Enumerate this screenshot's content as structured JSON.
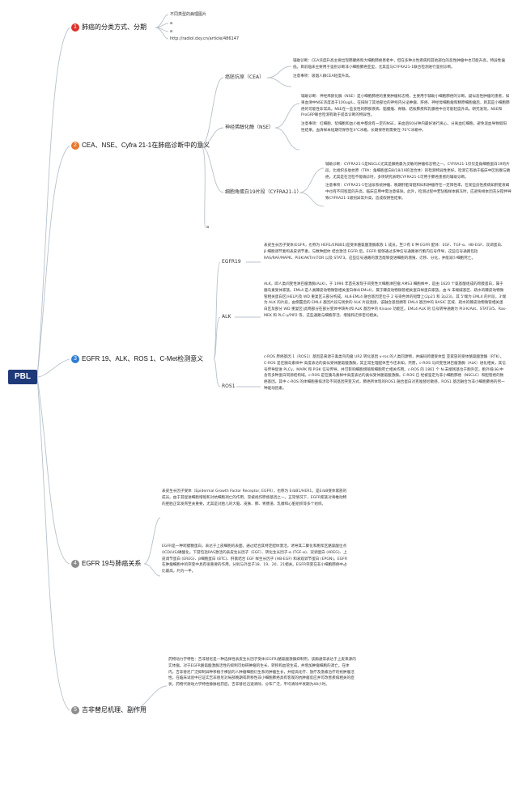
{
  "root": {
    "label": "PBL"
  },
  "colors": {
    "line": "#b8c2cc",
    "root_bg": "#1f3a78",
    "badge_red": "#d9342b",
    "badge_orange": "#e8762c",
    "badge_blue": "#2f7dd1",
    "badge_gray": "#8c8c8c"
  },
  "topic1": {
    "num": "1",
    "label": "肺癌的分类方式、分期",
    "items": [
      "不同类型的病理图片",
      "a",
      "a",
      "http://radiol.dxy.cn/article/486147"
    ]
  },
  "topic2": {
    "num": "2",
    "label": "CEA、NSE、Cyfra 21-1在肺癌诊断中的意义",
    "cea": {
      "label": "癌胚抗原（CEA）",
      "p1": "辅助诊断：CEA浓度升高主要出现肺腺癌和大细胞肺癌患者中，但在多种炎性疾病和其他部位的恶性肿瘤中也可能升高，特异性偏低。目前临床主要用于鉴别诊断非小细胞肺癌亚型，尤其是与CYFRA21-1联合检测进行鉴别诊断。",
      "p2": "注意事项：吸烟人群CEA轻度升高。"
    },
    "nse": {
      "label": "神经烯醇化酶（NSE）",
      "p1": "辅助诊断：神经烯醇化酶（NSE）是小细胞肺癌的重要肿瘤标志物，主要用于辅助小细胞肺癌的诊断。疑似恶性肿瘤的患者，如果血清中NSE浓度高于100ug/L，在排除了其他部位的神经内分泌肿瘤、肝癌、神经母细胞瘤和精原细胞瘤后，则其是小细胞肺癌的可能性非常高。NSE在一些良性的肺部疾病、脑膜瘤、脊髓、结核肺疾和乳腺癌中也可能轻度升高。研究发现，NSE和ProGRP联合检测有助于提高诊断的特异性。",
      "p2": "注意事项：红细胞、浆细胞和血小板中都含有一定的NSE，采血后60分钟内最好进行离心，分离血红细胞，避免溶血导致假阳性结果。血清样本短期可保存在4℃冰箱，长期保存则需要在-70℃冰箱中。"
    },
    "cyfra": {
      "label": "细胞角蛋白19片段（CYFRA21-1）",
      "p1": "辅助诊断：CYFRA21-1是NSCLC尤其是鳞癌最为灵敏的肿瘤标志物之一。CYFRA21-1仅仅是角细胞蛋白19的片段，比组织多肽抗原（TPA：角细胞蛋白8/18/19的混合体）的检测特异性更好。检测它有助于临床中区别腺与鳞癌，尤其是在活检不能确诊时，多项研究表明CYFRA21-1可用于肺癌患者的辅助诊断。",
      "p2": "注意事项：CYFRA21-1在泌尿系统肿瘤、晚期肝脏肾脏和妇科肿瘤存在一定阳性率，在某些良性疾病如肝脏衰竭中也有不同程度的升高，临床应用中需注意排除。此外，检测过程中若玷喉样本解冻时，应避免样本因充分搅拌导致CYFRA21-1级别异常升高，造成假阴性结果。"
    },
    "tail": "a"
  },
  "topic3": {
    "num": "3",
    "label": "EGFR 19、ALK、ROS 1、C-Met检测意义",
    "egfr": {
      "label": "EGFR19",
      "text": "表皮生长因子受体(EGFR，也称为 HER1/ERBB1)是受体酪氨酸激酶家族 1 成员。至少有 6 种 EGFR 配体：EGF、TGF-α、HB-EGF、双调蛋白、β 细胞调节素和表皮调节素。与数种配体 结合激活 EGFR 后，EGFR 能够通过多种信号通路进行胞内信号传导，这些信号通路包括 RAS/RAF/MAPK、PI3K/AKT/mTOR 以及 STAT3。这些信号通路的激活能够促进细胞的增殖、迁移、分化，并能减少细胞死亡。"
    },
    "alk": {
      "label": "ALK",
      "text": "ALK，即人类间变性淋巴瘤激酶(ALK)，于 1994 年首先发现于间变性大细胞淋巴瘤 AMS3 细胞株中，是由 1620 个氨基酸组成的跨膜蛋白，属于胰岛素受体家族。EML4 是人类棘皮动物微管相关蛋白样4(EML4)，属于棘皮动物微管相关蛋白样蛋白家族，由 N 末端碱基区、疏水的棘皮动物微管相关蛋白区(HELP)及 WD 重复区三部分构成。ALK-EML4 融合基因定位于 2 号染色体的短臂上(2p21 和 2p23)，其 5'端为 EML4 的片段，3'端为 ALK 的片段，由倒置后的 EML4 基因片段与残余的 ALK 片段连接，该融合基因拥有 EML4 基因中的 BASIC 区域、疏水的棘皮动物微管相关蛋白区及部分 WD 重复区(此两部分在部分变体中缺失)和 ALK 基因中的 Kinase 功能区。EML4-ALK 的 信号转导通路为 PI3-K/Akt、STAT3/5、Ras-MEK 和 PLC-γ/PIP2 等，这些通路与细胞存活、增殖和迁移密切相关。"
    },
    "ros1": {
      "label": "ROS1",
      "text": "c-ROS 原癌基因 1（ROS1）基因是来源于禽类鸟肉瘤 UR2 转化基因 v-ros 的人类同源物，并编码跨膜受体型 亚家族的受体酪氨酸激酶（RTK）。C-ROS 是在胰岛素样中 高度表达的类似受体酪氨酸激酶，其正常生理配体至今还未知。然而，c-ROS 与间变性淋巴瘤激酶（ALK）进化相关，其信号传导促进 PLCγ、MAPK 和 PI3K 信号传导，并可影响细胞增殖和细胞死亡相关作用。c-ROS 的 1861 个 N-末端残基位于胞外区，胞外域(长)中含有多种蛋白同源结构域。c-ROS 是在胰岛素样中高度表达的类似受体酪氨酸激酶。C-ROS 已 经被鉴定为非小细胞肺癌（NSCLC）和胆管癌的致癌基因。其中 c-ROS 的体细胞重排涉及不同基因突变方式，肺癌所体现的ROS1 融合蛋白对克唑替尼敏感，ROS1 基因融合为非小细胞肺癌的另一种驱动因素。"
    }
  },
  "topic4": {
    "num": "4",
    "label": "EGFR 19与肺癌关系",
    "p1": "表皮生长因子受体（Epidermal Growth Factor Receptor, EGFR），也称为 ErbB1/HER1，是ErbB受体家族的成员。由于其促进细胞增殖和对抗细胞凋亡的作用，常被视作原癌基因之一。正常情况下，EGFR家族对脊椎动物的胚胎正常发育至关重要，尤其是对胎儿的大脑、皮肤、肺、胃肠道、乳腺和心脏组织等多个组织。",
    "p2": "EGFR是一种跨膜糖蛋白，表达于上皮细胞的表面。通过结合其特定配体激活，诱导其二聚化和胞浆区酪氨酸位点(ICD/LIS)磷酸化。下游包括RAS激活的表皮生长因子（EGF）、转化生长因子-α (TGF-α)、双调蛋白 (AREG)、上皮调节蛋白 (EREG)、β细胞蛋白 (BTC)、肝素结合 EGF 样生长因子 (HB-EGF) 和表观调节蛋白 (EPGN)。EGFR在肿瘤细胞中的突变中具有很重要的作用，分别与外显子18、19、20、21相关。EGFR突变在非小细胞肺癌中占比最高，约为一半。"
  },
  "topic5": {
    "num": "5",
    "label": "吉非替尼机理、副作用",
    "p1": "药物动力学特性：吉非替尼是一种选择性表皮生长因子受体(EGFR)酪氨酸激酶抑制剂，该酶通常表达于上皮来源的实体瘤。对于EGFR酪氨酸激酶活性的抑制可妨碍肿瘤的生长、转移和血管生成，并增加肿瘤细胞的凋亡。在体内，吉非替尼广泛抑制异种移植于裸鼠的人肿瘤细胞衍生系的肿瘤生长，并提高化疗、放疗及激素治疗的抗肿瘤活性。在临床试验中已证实吉非替尼对局部晚期或转移性非小细胞肺癌具有客观的抗肿瘤反应并可改善疾病相关的症状。药物代谢动力学特性静脉给药后，吉非替尼迅速清除，分布广泛，平均清除半衰期为48小时。"
  }
}
